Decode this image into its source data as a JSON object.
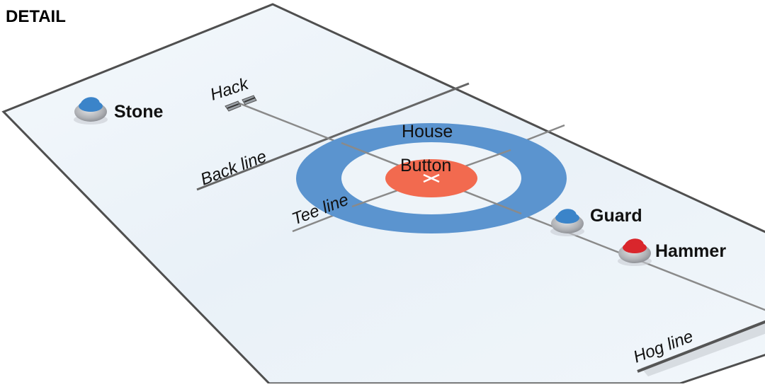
{
  "title": "DETAIL",
  "labels": {
    "stone": "Stone",
    "hack": "Hack",
    "back_line": "Back line",
    "tee_line": "Tee line",
    "house": "House",
    "button": "Button",
    "guard": "Guard",
    "hammer": "Hammer",
    "hog_line": "Hog line"
  },
  "colors": {
    "ice": "#eef4f9",
    "ice_edge": "#4a4a4a",
    "line": "#7a7a7a",
    "house_ring": "#5b94cf",
    "button": "#f26a4f",
    "stone_blue": "#3b84c9",
    "stone_red": "#d9262c",
    "stone_granite": "#a8aaae"
  },
  "icons": [
    "curling-stone-blue",
    "curling-stone-red",
    "hack-icon"
  ]
}
